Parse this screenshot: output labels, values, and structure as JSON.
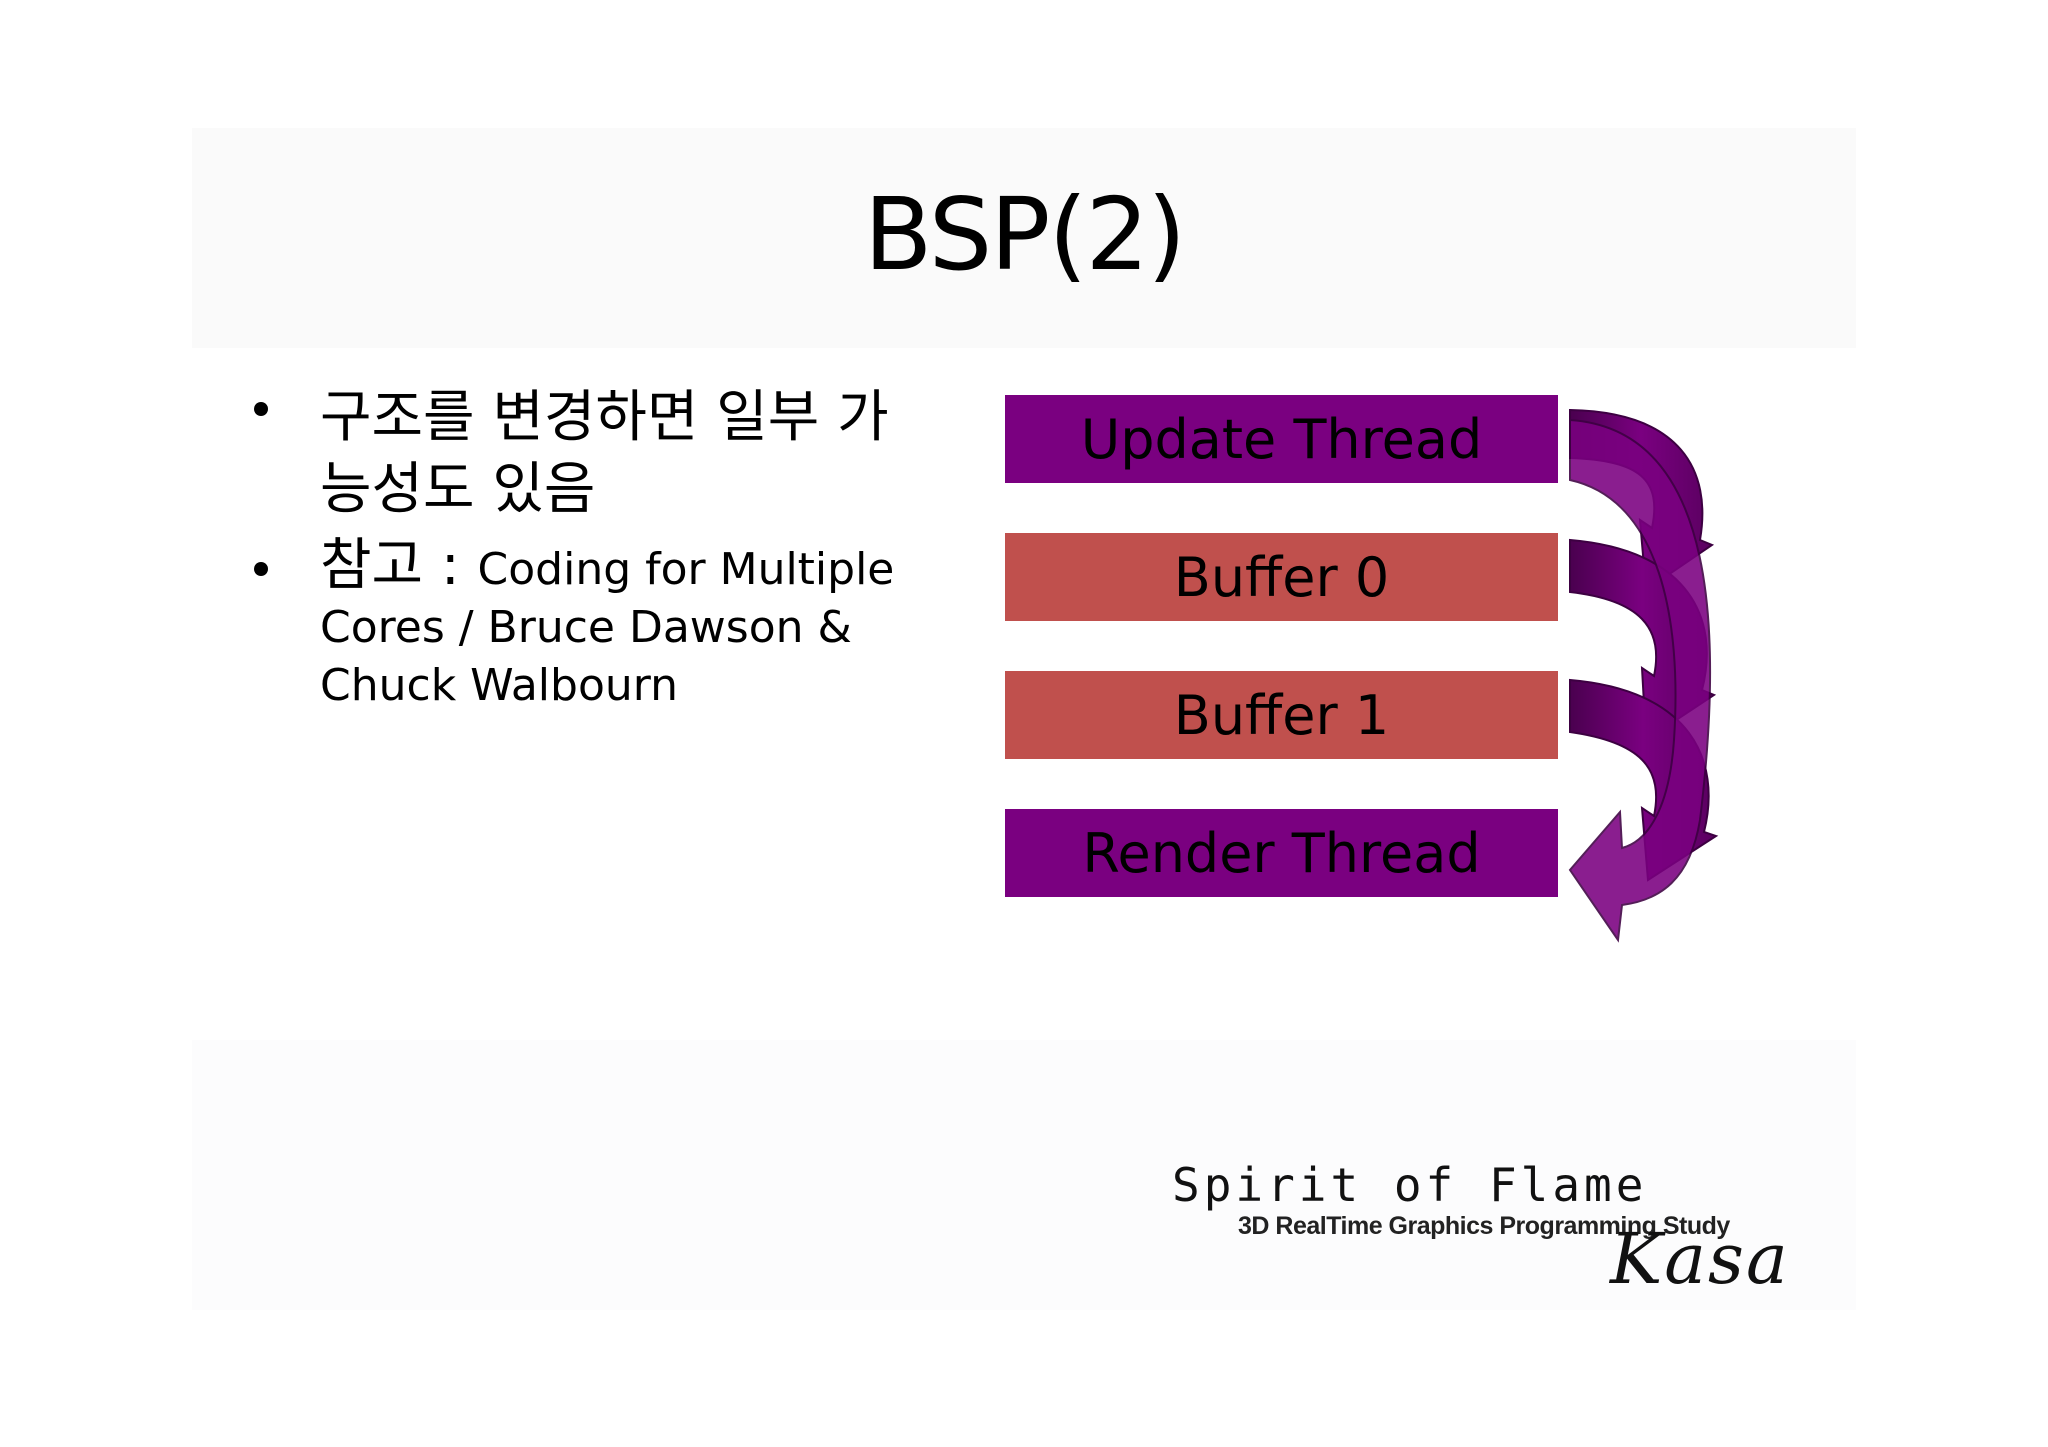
{
  "slide": {
    "title": "BSP(2)",
    "bullets": [
      {
        "text": "구조를 변경하면 일부 가능성도 있음"
      },
      {
        "lead": "참고 : ",
        "text": "Coding for Multiple Cores / Bruce Dawson & Chuck Walbourn"
      }
    ]
  },
  "diagram": {
    "boxes": [
      {
        "label": "Update Thread",
        "color": "#7a0080"
      },
      {
        "label": "Buffer 0",
        "color": "#c0504d"
      },
      {
        "label": "Buffer 1",
        "color": "#c0504d"
      },
      {
        "label": "Render Thread",
        "color": "#7a0080"
      }
    ],
    "arrow_color": "#7a0080"
  },
  "logo": {
    "main": "Spirit of Flame",
    "sub": "3D RealTime Graphics Programming Study",
    "signature": "Kasa"
  }
}
